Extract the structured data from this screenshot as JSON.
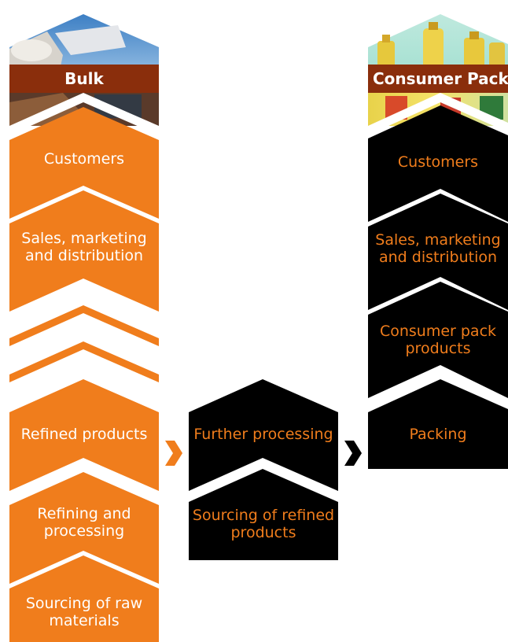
{
  "colors": {
    "orange": "#f07d1c",
    "black": "#000000",
    "white": "#ffffff",
    "header_band": "#8a2e0c"
  },
  "columns": {
    "bulk": {
      "header": "Bulk",
      "steps": [
        "Customers",
        "Sales, marketing\nand distribution",
        "Refined products",
        "Refining and\nprocessing",
        "Sourcing of raw\nmaterials"
      ]
    },
    "middle": {
      "steps": [
        "Further processing",
        "Sourcing of refined\nproducts"
      ]
    },
    "consumer": {
      "header": "Consumer Pack",
      "steps": [
        "Customers",
        "Sales, marketing\nand distribution",
        "Consumer pack\nproducts",
        "Packing"
      ]
    }
  },
  "icons": [
    "chevron-right-icon",
    "chevron-right-icon"
  ]
}
